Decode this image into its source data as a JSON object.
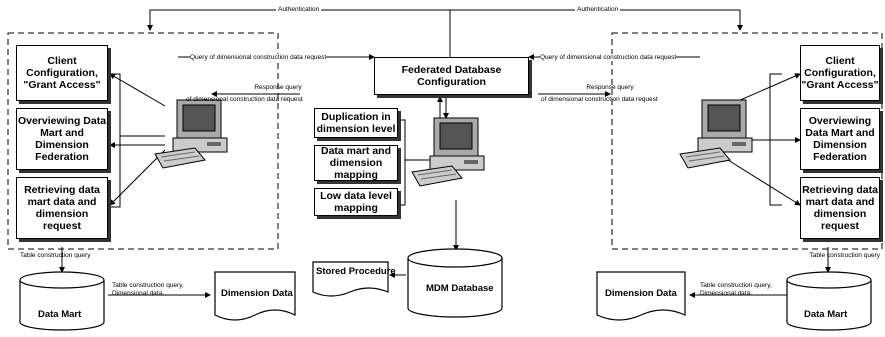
{
  "top": {
    "auth_left": "Authentication",
    "auth_right": "Authentication"
  },
  "center": {
    "federated": "Federated Database Configuration",
    "duplication": "Duplication in dimension level",
    "mapping": "Data mart and dimension mapping",
    "low_level": "Low data level mapping",
    "stored_procedure": "Stored Procedure",
    "mdm_database": "MDM Database"
  },
  "left": {
    "query_label": "Query of dimensional construction data request",
    "response_label_1": "Response query",
    "response_label_2": "of dimensional construction data request",
    "client_config": "Client Configuration, \"Grant Access\"",
    "overviewing": "Overviewing Data Mart and Dimension Federation",
    "retrieving": "Retrieving data mart data and dimension request",
    "table_query": "Table construction query",
    "table_query_dim_1": "Table construction query,",
    "table_query_dim_2": "Dimensional data.",
    "data_mart": "Data Mart",
    "dimension_data": "Dimension Data"
  },
  "right": {
    "query_label": "Query of dimensional construction data request",
    "response_label_1": "Response query",
    "response_label_2": "of dimensional construction data request",
    "client_config": "Client Configuration, \"Grant Access\"",
    "overviewing": "Overviewing Data Mart and Dimension Federation",
    "retrieving": "Retrieving data mart data and dimension request",
    "table_query": "Table construction query",
    "table_query_dim_1": "Table construction query,",
    "table_query_dim_2": "Dimensional data.",
    "data_mart": "Data Mart",
    "dimension_data": "Dimension Data"
  }
}
